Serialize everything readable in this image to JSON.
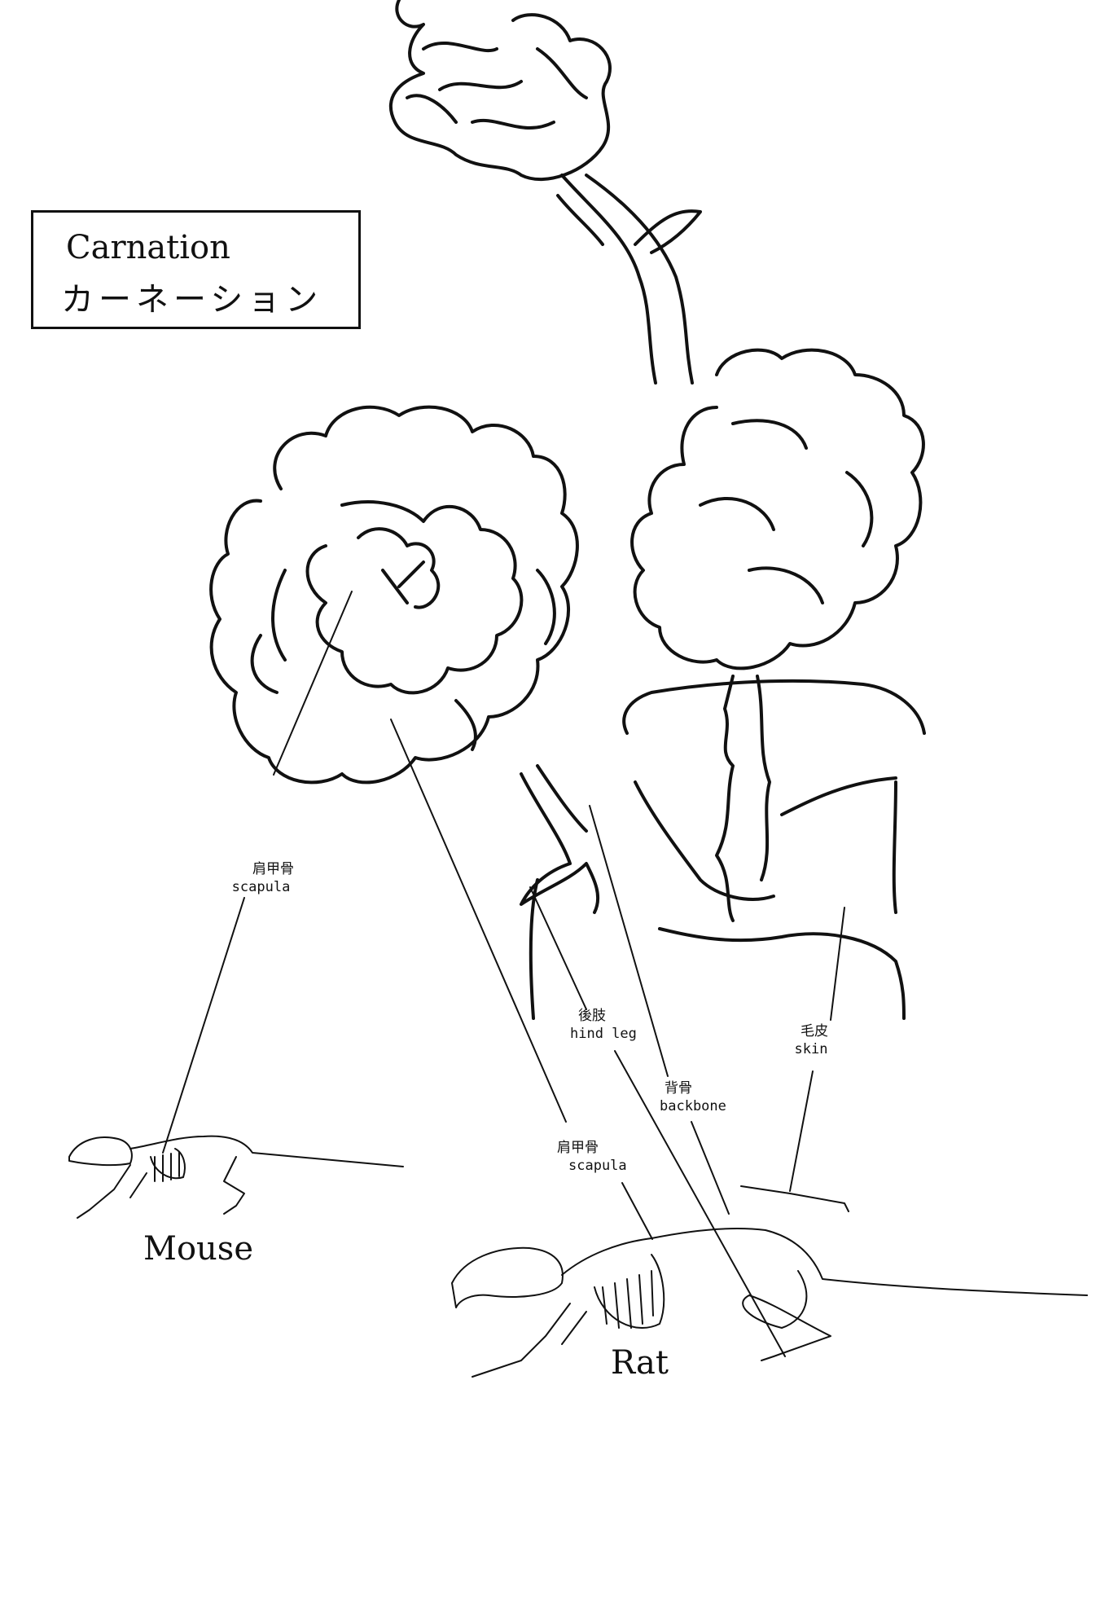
{
  "title": {
    "english": "Carnation",
    "japanese": "カーネーション"
  },
  "labels": {
    "mouse_scapula": {
      "ja": "肩甲骨",
      "en": "scapula"
    },
    "hind_leg": {
      "ja": "後肢",
      "en": "hind leg"
    },
    "backbone": {
      "ja": "背骨",
      "en": "backbone"
    },
    "skin": {
      "ja": "毛皮",
      "en": "skin"
    },
    "rat_scapula": {
      "ja": "肩甲骨",
      "en": "scapula"
    }
  },
  "animals": {
    "mouse": "Mouse",
    "rat": "Rat"
  }
}
